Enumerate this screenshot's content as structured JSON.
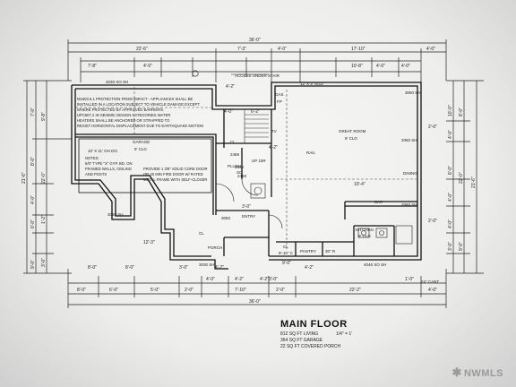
{
  "plan": {
    "title": "MAIN FLOOR",
    "areas": [
      "812 SQ FT LIVING",
      "364 SQ FT GARAGE",
      "22 SQ FT COVERED PORCH"
    ],
    "scale": "1/4\" = 1'",
    "watermark": "NWMLS",
    "notes": {
      "impact": [
        "M1503.5.1 PROTECTION FROM IMPACT - APPLIANCES SHALL BE",
        "INSTALLED IN A LOCATION SUBJECT TO VEHICLE DAMAGE EXCEPT",
        "WHERE PROTECTED BY APPROVED BARRIERS.",
        "UPC507.2 IN SEISMIC DESIGN CATEGORIES WATER",
        "HEATERS SHALL BE ANCHORED OR STRAPPED TO",
        "RESIST HORIZONTAL DISPLACEMENT DUE TO EARTHQUAKE MOTION"
      ],
      "gyp": [
        "NOTES:",
        "5/8\" TYPE \"X\" GYP. BD. ON",
        "FRAMED WALLS, CEILING",
        "AND POSTS"
      ],
      "door": [
        "PROVIDE 1 3/8\" SOLID CORE DOOR",
        "OR 20 MIN FIRE DOOR W/ RATED",
        "METAL FRAME WITH SELF-CLOSER"
      ]
    },
    "labels": {
      "access": "ACCESS UNDER STAIR",
      "garage": "GARAGE",
      "garage_clg": "9' CLG",
      "garage_door": "10' X 11' OH DO",
      "great_room": "GREAT ROOM",
      "great_clg": "9' CLG",
      "dining": "DINING",
      "bar": "BAR",
      "kitchen": "KITCHEN",
      "kitchen_clg": "9' CLG",
      "entry": "ENTRY",
      "pantry": "PANTRY",
      "rail": "RAIL",
      "gas": "GAS",
      "fp": "FP",
      "tv": "TV",
      "plush": "PLUSH",
      "up": "UP 15R",
      "cl1": "CL",
      "cl2": "CL",
      "cl3": "CL",
      "cl3_clg": "9'-10\" C",
      "porch": "PORCH",
      "w_top_garage": "4030 XO SH",
      "w_sliding": "12' X 5' SGD",
      "w_3060_sh": "3060 SH",
      "w_2060_sh": "2060 SH",
      "w_2060_sh2": "2060 SH",
      "w_3050_sh": "3050 SH",
      "w_4046": "4046 XO SH",
      "w_3030": "3030 SH",
      "d_2468": "2468",
      "d_2468b": "2468",
      "d_3068": "3068",
      "d_3068_sc": "SC",
      "d_3050": "3050",
      "d_30_r": "30\" R",
      "cant": "24\" CANT"
    },
    "dims_top": [
      "36'-0\"",
      "22'-6\"",
      "7'-3\"",
      "4'-0\"",
      "17'-10\"",
      "4'-0\"",
      "7'-8\"",
      "4'-0\"",
      "10'-8\"",
      "4'-0\"",
      "4'-0\"",
      "4'-2\""
    ],
    "dims_bottom": [
      "8'-0\"",
      "6'-0\"",
      "5'-0\"",
      "2'-0\"",
      "7'-10\"",
      "2'-0\"",
      "22'-2\"",
      "4'-0\"",
      "36'-0\"",
      "4'-2\"",
      "12'-3\"",
      "4'-2\"",
      "8'-0\"",
      "3'-0\"",
      "4'-2\"",
      "8'-0\""
    ],
    "dims_left": [
      "21'-6\"",
      "7'-0\"",
      "8'-0\"",
      "22'-0\"",
      "4'-0\"",
      "9'-8\"",
      "6'-0\"",
      "1'-2\"",
      "9'-0\"",
      "3'-0\""
    ],
    "dims_right": [
      "10'-0\"",
      "4'-0\"",
      "8'-0\"",
      "21'-6\"",
      "8'-0\"",
      "4'-0\"",
      "22'-0\"",
      "4'-0\"",
      "3'-0\"",
      "9'-0\"",
      "2'-0\"",
      "2'-0\""
    ],
    "dims_inner": [
      "4'-0\"",
      "6'-2\"",
      "10'-4\"",
      "4'-2\"",
      "3'-0\"",
      "4'-2\"",
      "9'-0\"",
      "3'-0\"",
      "1'-0\"",
      "4'-0\""
    ]
  }
}
